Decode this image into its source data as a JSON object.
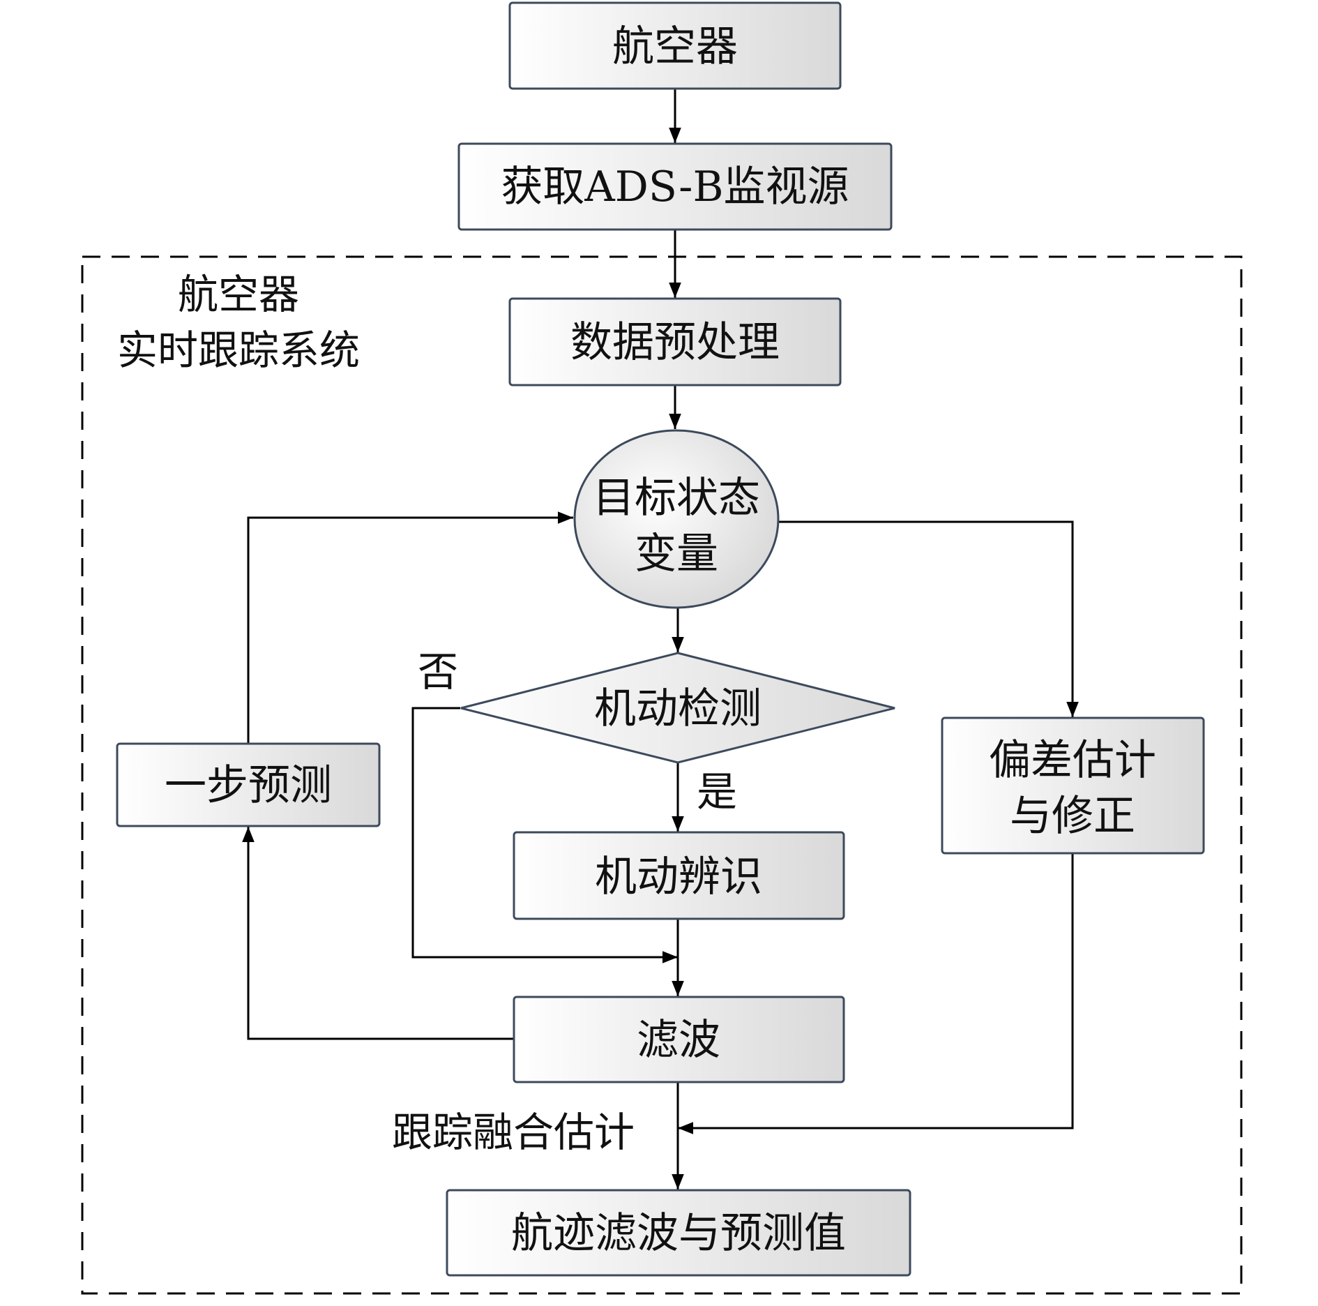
{
  "colors": {
    "box_stroke": "#3d4a5c",
    "box_fill_light": "#ffffff",
    "box_fill_dark": "#d9d9d9",
    "line": "#000000"
  },
  "nodes": {
    "aircraft": "航空器",
    "ads_b_source": "获取ADS-B监视源",
    "preprocess": "数据预处理",
    "target_state_line1": "目标状态",
    "target_state_line2": "变量",
    "maneuver_detect": "机动检测",
    "maneuver_identify": "机动辨识",
    "filtering": "滤波",
    "one_step_predict": "一步预测",
    "bias_line1": "偏差估计",
    "bias_line2": "与修正",
    "output": "航迹滤波与预测值"
  },
  "labels": {
    "system_line1": "航空器",
    "system_line2": "实时跟踪系统",
    "no": "否",
    "yes": "是",
    "fusion": "跟踪融合估计"
  }
}
